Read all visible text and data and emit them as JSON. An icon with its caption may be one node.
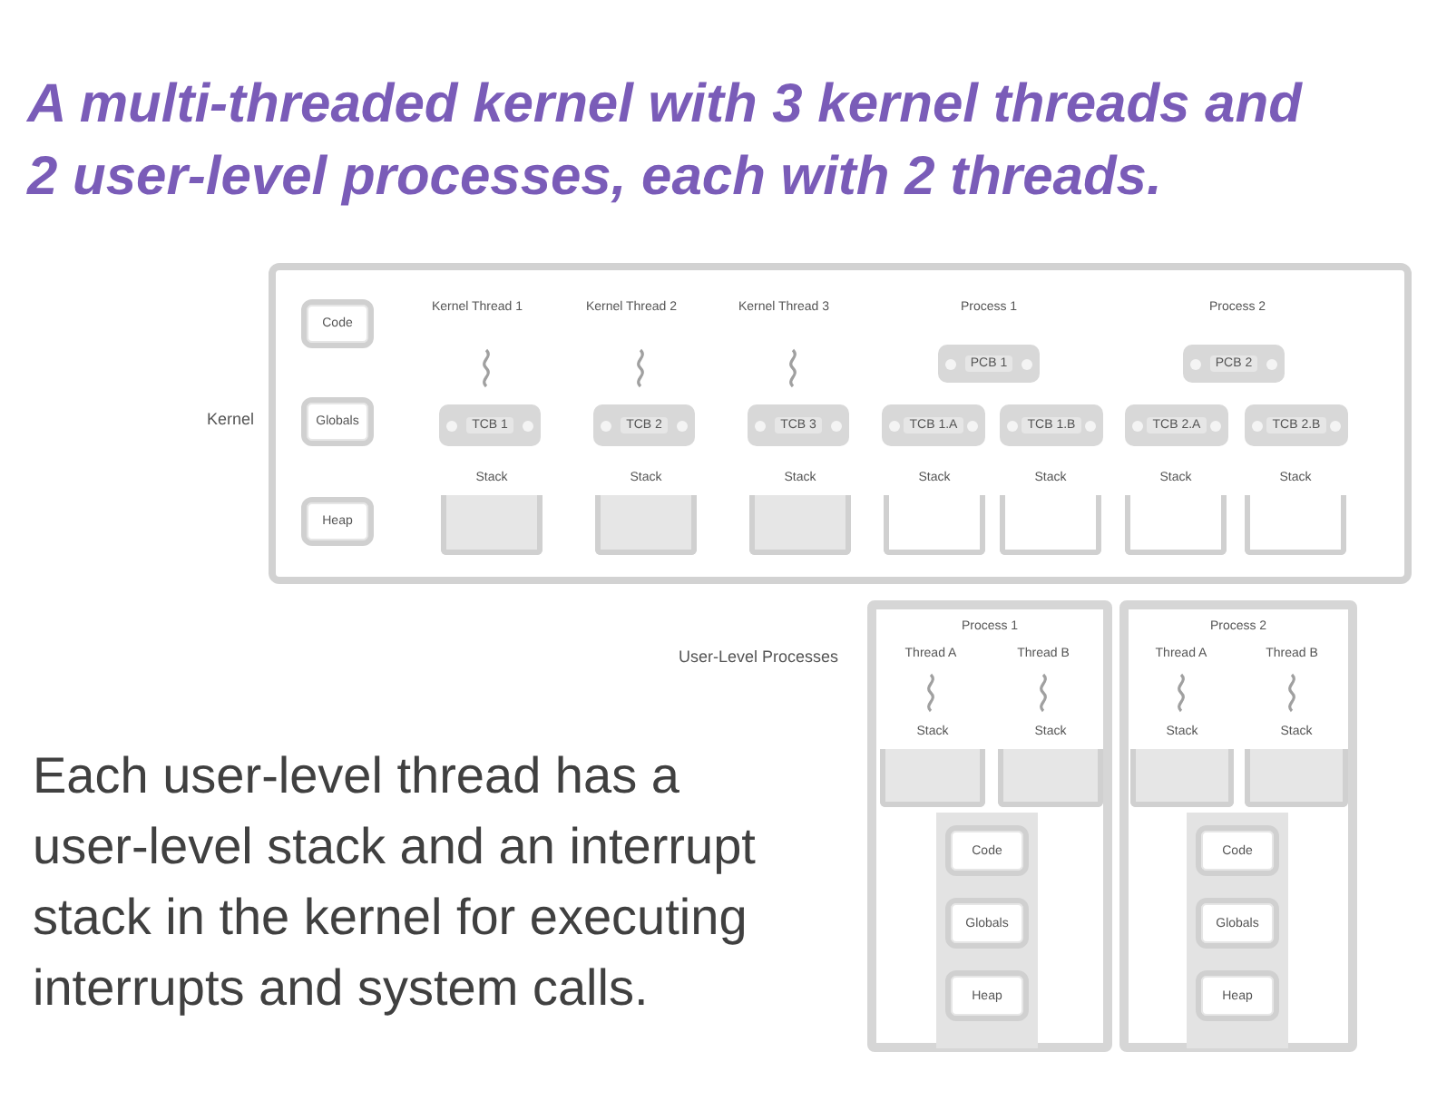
{
  "diagram": {
    "title": "A multi-threaded kernel with 3 kernel threads and 2 user-level processes, each with 2 threads.",
    "nodes": [
      {
        "text": [
          "Kernel"
        ]
      },
      {
        "text": [
          "Code"
        ],
        "in": 0
      },
      {
        "text": [
          "Globals"
        ],
        "in": 0
      },
      {
        "text": [
          "Heap"
        ],
        "in": 0
      },
      {
        "text": [
          "PCB 1"
        ],
        "in": 0
      },
      {
        "text": [
          "PCB 2"
        ],
        "in": 0
      },
      {
        "text": [
          "TCB 1"
        ],
        "in": 0
      },
      {
        "text": [
          "TCB 2"
        ],
        "in": 0
      },
      {
        "text": [
          "TCB 3"
        ],
        "in": 0
      },
      {
        "text": [
          "TCB 1.A"
        ],
        "in": 0
      },
      {
        "text": [
          "TCB 1.B"
        ],
        "in": 0
      },
      {
        "text": [
          "TCB 2.A"
        ],
        "in": 0
      },
      {
        "text": [
          "TCB 2.B"
        ],
        "in": 0
      },
      {
        "text": [
          "Stack"
        ],
        "in": 0
      },
      {
        "text": [
          "Stack"
        ],
        "in": 0
      },
      {
        "text": [
          "Stack"
        ],
        "in": 0
      },
      {
        "text": [
          "Stack"
        ],
        "in": 0
      },
      {
        "text": [
          "Stack"
        ],
        "in": 0
      },
      {
        "text": [
          "Stack"
        ],
        "in": 0
      },
      {
        "text": [
          "Stack"
        ],
        "in": 0
      },
      {
        "text": [
          "Process 1"
        ]
      },
      {
        "text": [
          "Stack"
        ],
        "in": 20
      },
      {
        "text": [
          "Stack"
        ],
        "in": 20
      },
      {
        "text": [
          "Code"
        ],
        "in": 20
      },
      {
        "text": [
          "Globals"
        ],
        "in": 20
      },
      {
        "text": [
          "Heap"
        ],
        "in": 20
      },
      {
        "text": [
          "Process 2"
        ]
      },
      {
        "text": [
          "Stack"
        ],
        "in": 26
      },
      {
        "text": [
          "Stack"
        ],
        "in": 26
      },
      {
        "text": [
          "Code"
        ],
        "in": 26
      },
      {
        "text": [
          "Globals"
        ],
        "in": 26
      },
      {
        "text": [
          "Heap"
        ],
        "in": 26
      }
    ],
    "labels": [
      "Kernel Thread 1",
      "Kernel Thread 2",
      "Kernel Thread 3",
      "Process 1",
      "Process 2",
      "User-Level Processes",
      "Thread A",
      "Thread B",
      "Thread A",
      "Thread B",
      "Each user-level thread has a user-level stack and an interrupt stack in the kernel for executing interrupts and system calls."
    ]
  }
}
